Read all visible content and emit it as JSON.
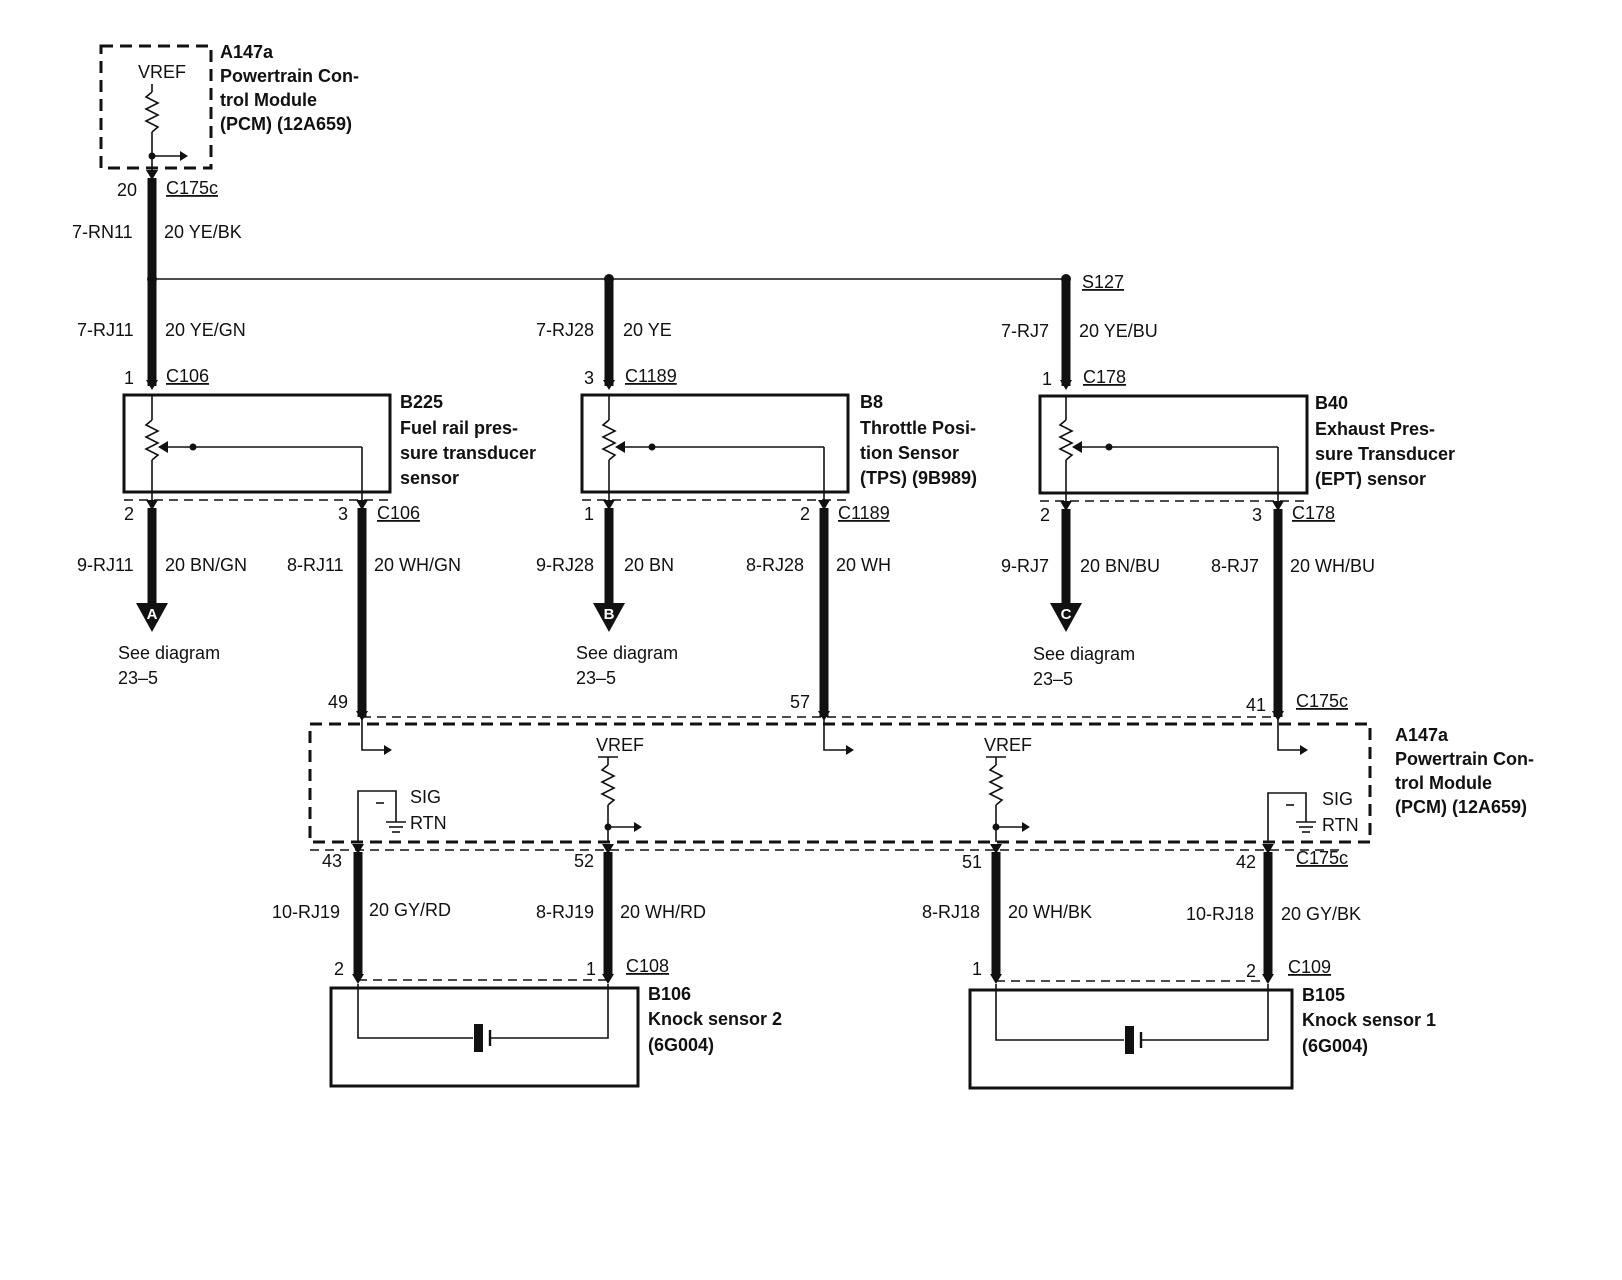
{
  "pcm_top": {
    "id": "A147a",
    "name_lines": [
      "Powertrain Con-",
      "trol Module",
      "(PCM) (12A659)"
    ],
    "vref": "VREF",
    "pin": "20",
    "connector": "C175c"
  },
  "supply_wire": {
    "circuit": "7-RN11",
    "color": "20 YE/BK"
  },
  "splice": "S127",
  "sensors": {
    "b225": {
      "id": "B225",
      "name_lines": [
        "Fuel rail pres-",
        "sure transducer",
        "sensor"
      ],
      "top_circuit": "7-RJ11",
      "top_color": "20 YE/GN",
      "top_pin": "1",
      "top_connector": "C106",
      "ret_pin": "2",
      "sig_pin": "3",
      "bottom_connector": "C106",
      "ret_circuit": "9-RJ11",
      "ret_color": "20 BN/GN",
      "sig_circuit": "8-RJ11",
      "sig_color": "20 WH/GN",
      "ref_letter": "A",
      "see_line1": "See diagram",
      "see_line2": "23–5",
      "pcm_pin": "49"
    },
    "b8": {
      "id": "B8",
      "name_lines": [
        "Throttle Posi-",
        "tion Sensor",
        "(TPS) (9B989)"
      ],
      "top_circuit": "7-RJ28",
      "top_color": "20 YE",
      "top_pin": "3",
      "top_connector": "C1189",
      "ret_pin": "1",
      "sig_pin": "2",
      "bottom_connector": "C1189",
      "ret_circuit": "9-RJ28",
      "ret_color": "20 BN",
      "sig_circuit": "8-RJ28",
      "sig_color": "20 WH",
      "ref_letter": "B",
      "see_line1": "See diagram",
      "see_line2": "23–5",
      "pcm_pin": "57"
    },
    "b40": {
      "id": "B40",
      "name_lines": [
        "Exhaust Pres-",
        "sure Transducer",
        "(EPT) sensor"
      ],
      "top_circuit": "7-RJ7",
      "top_color": "20 YE/BU",
      "top_pin": "1",
      "top_connector": "C178",
      "ret_pin": "2",
      "sig_pin": "3",
      "bottom_connector": "C178",
      "ret_circuit": "9-RJ7",
      "ret_color": "20 BN/BU",
      "sig_circuit": "8-RJ7",
      "sig_color": "20 WH/BU",
      "ref_letter": "C",
      "see_line1": "See diagram",
      "see_line2": "23–5",
      "pcm_pin": "41"
    }
  },
  "pcm_main": {
    "id": "A147a",
    "name_lines": [
      "Powertrain Con-",
      "trol Module",
      "(PCM) (12A659)"
    ],
    "connector_top": "C175c",
    "connector_bottom": "C175c",
    "vref": "VREF",
    "sig": "SIG",
    "rtn": "RTN",
    "minus": "–"
  },
  "knock": {
    "b106": {
      "id": "B106",
      "name_lines": [
        "Knock sensor 2",
        "(6G004)"
      ],
      "connector": "C108",
      "left_pcm_pin": "43",
      "left_circuit": "10-RJ19",
      "left_color": "20 GY/RD",
      "left_pin": "2",
      "right_pcm_pin": "52",
      "right_circuit": "8-RJ19",
      "right_color": "20 WH/RD",
      "right_pin": "1"
    },
    "b105": {
      "id": "B105",
      "name_lines": [
        "Knock sensor 1",
        "(6G004)"
      ],
      "connector": "C109",
      "left_pcm_pin": "51",
      "left_circuit": "8-RJ18",
      "left_color": "20 WH/BK",
      "left_pin": "1",
      "right_pcm_pin": "42",
      "right_circuit": "10-RJ18",
      "right_color": "20 GY/BK",
      "right_pin": "2"
    }
  }
}
